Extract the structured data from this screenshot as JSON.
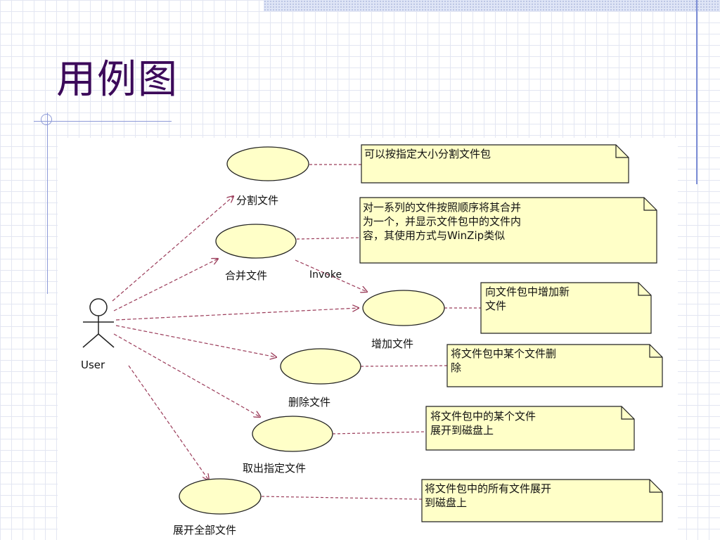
{
  "slide": {
    "title": "用例图"
  },
  "diagram": {
    "actor": {
      "label": "User"
    },
    "use_cases": [
      {
        "id": "split",
        "label": "分割文件"
      },
      {
        "id": "merge",
        "label": "合并文件"
      },
      {
        "id": "add",
        "label": "增加文件"
      },
      {
        "id": "delete",
        "label": "删除文件"
      },
      {
        "id": "extract",
        "label": "取出指定文件"
      },
      {
        "id": "expand",
        "label": "展开全部文件"
      }
    ],
    "notes": [
      {
        "for": "split",
        "lines": [
          "可以按指定大小分割文件包"
        ]
      },
      {
        "for": "merge",
        "lines": [
          "对一系列的文件按照顺序将其合并",
          "为一个，并显示文件包中的文件内",
          "容，其使用方式与WinZip类似"
        ]
      },
      {
        "for": "add",
        "lines": [
          "向文件包中增加新",
          "文件"
        ]
      },
      {
        "for": "delete",
        "lines": [
          "将文件包中某个文件删",
          "除"
        ]
      },
      {
        "for": "extract",
        "lines": [
          "将文件包中的某个文件",
          "展开到磁盘上"
        ]
      },
      {
        "for": "expand",
        "lines": [
          "将文件包中的所有文件展开",
          "到磁盘上"
        ]
      }
    ],
    "relation_label": "Invoke",
    "colors": {
      "ellipse_fill": "#ffffc8",
      "note_fill": "#ffffc8",
      "line": "#9b3c5a",
      "outline": "#222222",
      "title": "#3c0a5a"
    }
  }
}
